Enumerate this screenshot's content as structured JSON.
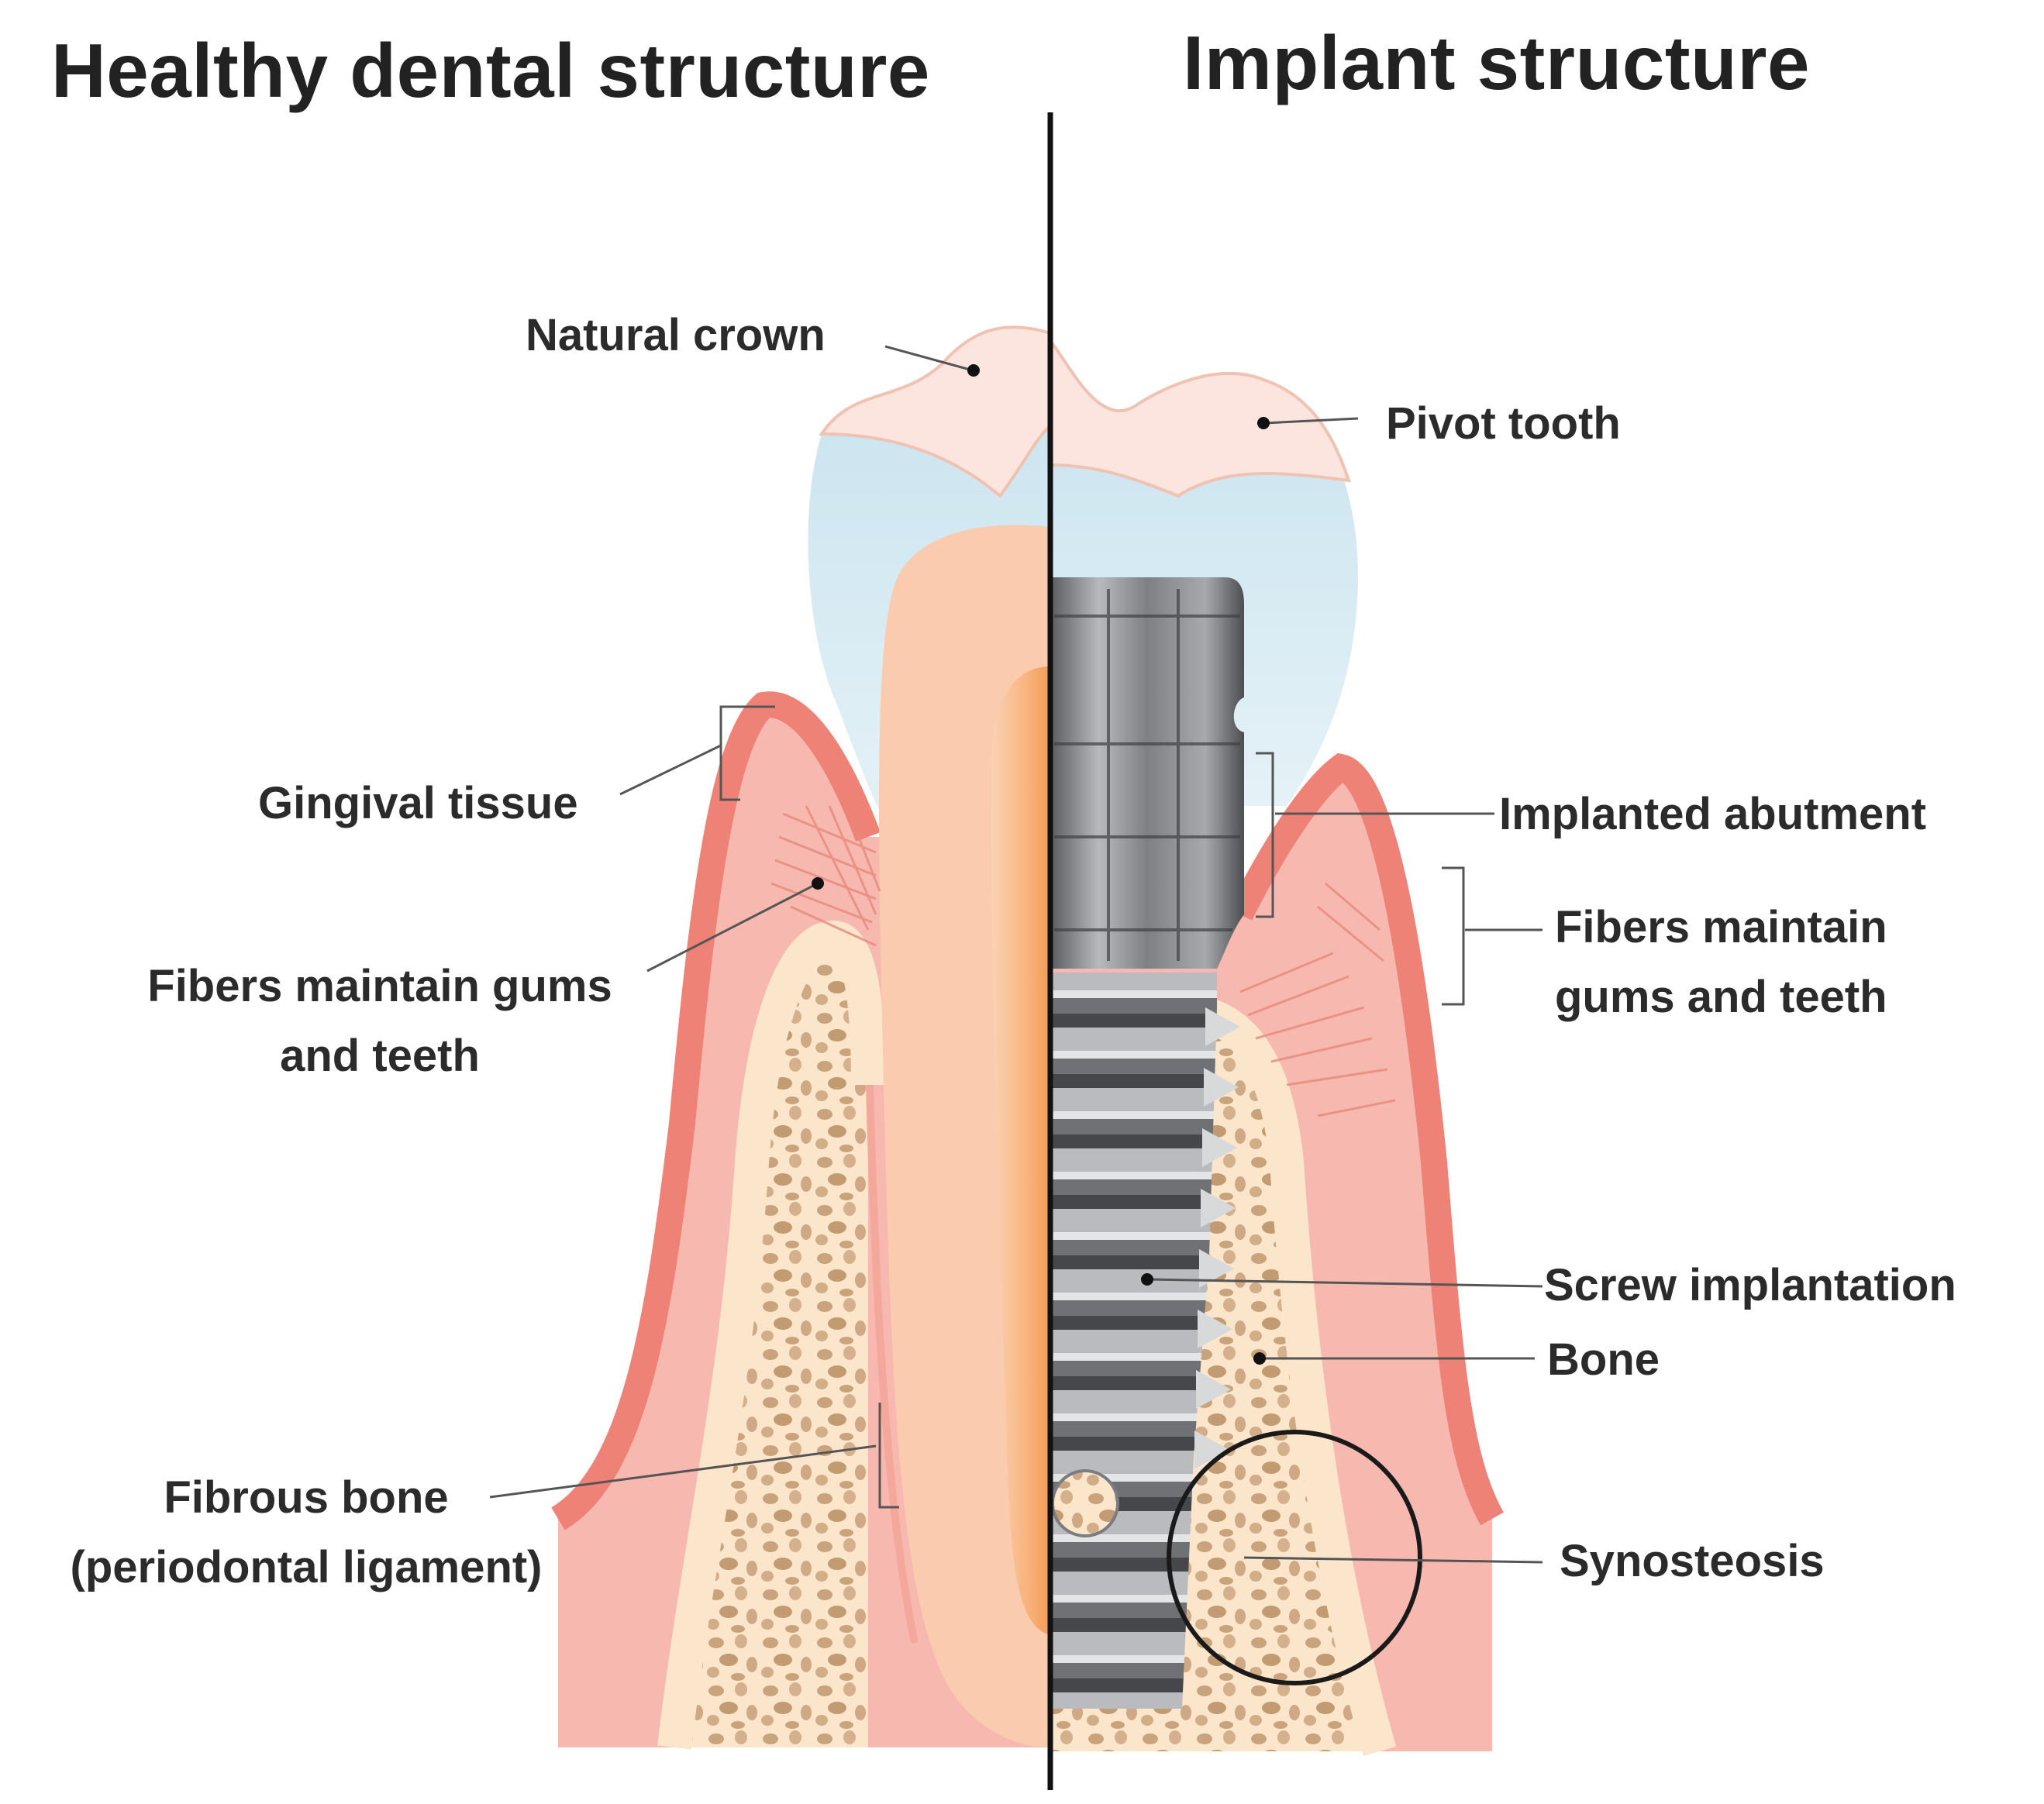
{
  "titles": {
    "left": "Healthy dental structure",
    "right": "Implant structure"
  },
  "labels": {
    "natural_crown": "Natural crown",
    "gingival_tissue": "Gingival tissue",
    "fibers_left": [
      "Fibers maintain gums",
      "and teeth"
    ],
    "fibrous_bone": [
      "Fibrous bone",
      "(periodontal ligament)"
    ],
    "pivot_tooth": "Pivot tooth",
    "implanted_abutment": "Implanted abutment",
    "fibers_right": [
      "Fibers maintain",
      "gums and teeth"
    ],
    "screw_implantation": "Screw implantation",
    "bone": "Bone",
    "synosteosis": "Synosteosis"
  },
  "colors": {
    "gum": "#f08a80",
    "gum_light": "#f7bcb3",
    "bone": "#fbe6cc",
    "bone_spot": "#c9a37c",
    "enamel": "#d9ecf4",
    "crown_top": "#fbe3dc",
    "dentin": "#fbcdb2",
    "pulp": "#f8b27a",
    "implant": "#8f9194",
    "implant_dark": "#4a4c50",
    "divider": "#111111",
    "leader": "#555555"
  }
}
